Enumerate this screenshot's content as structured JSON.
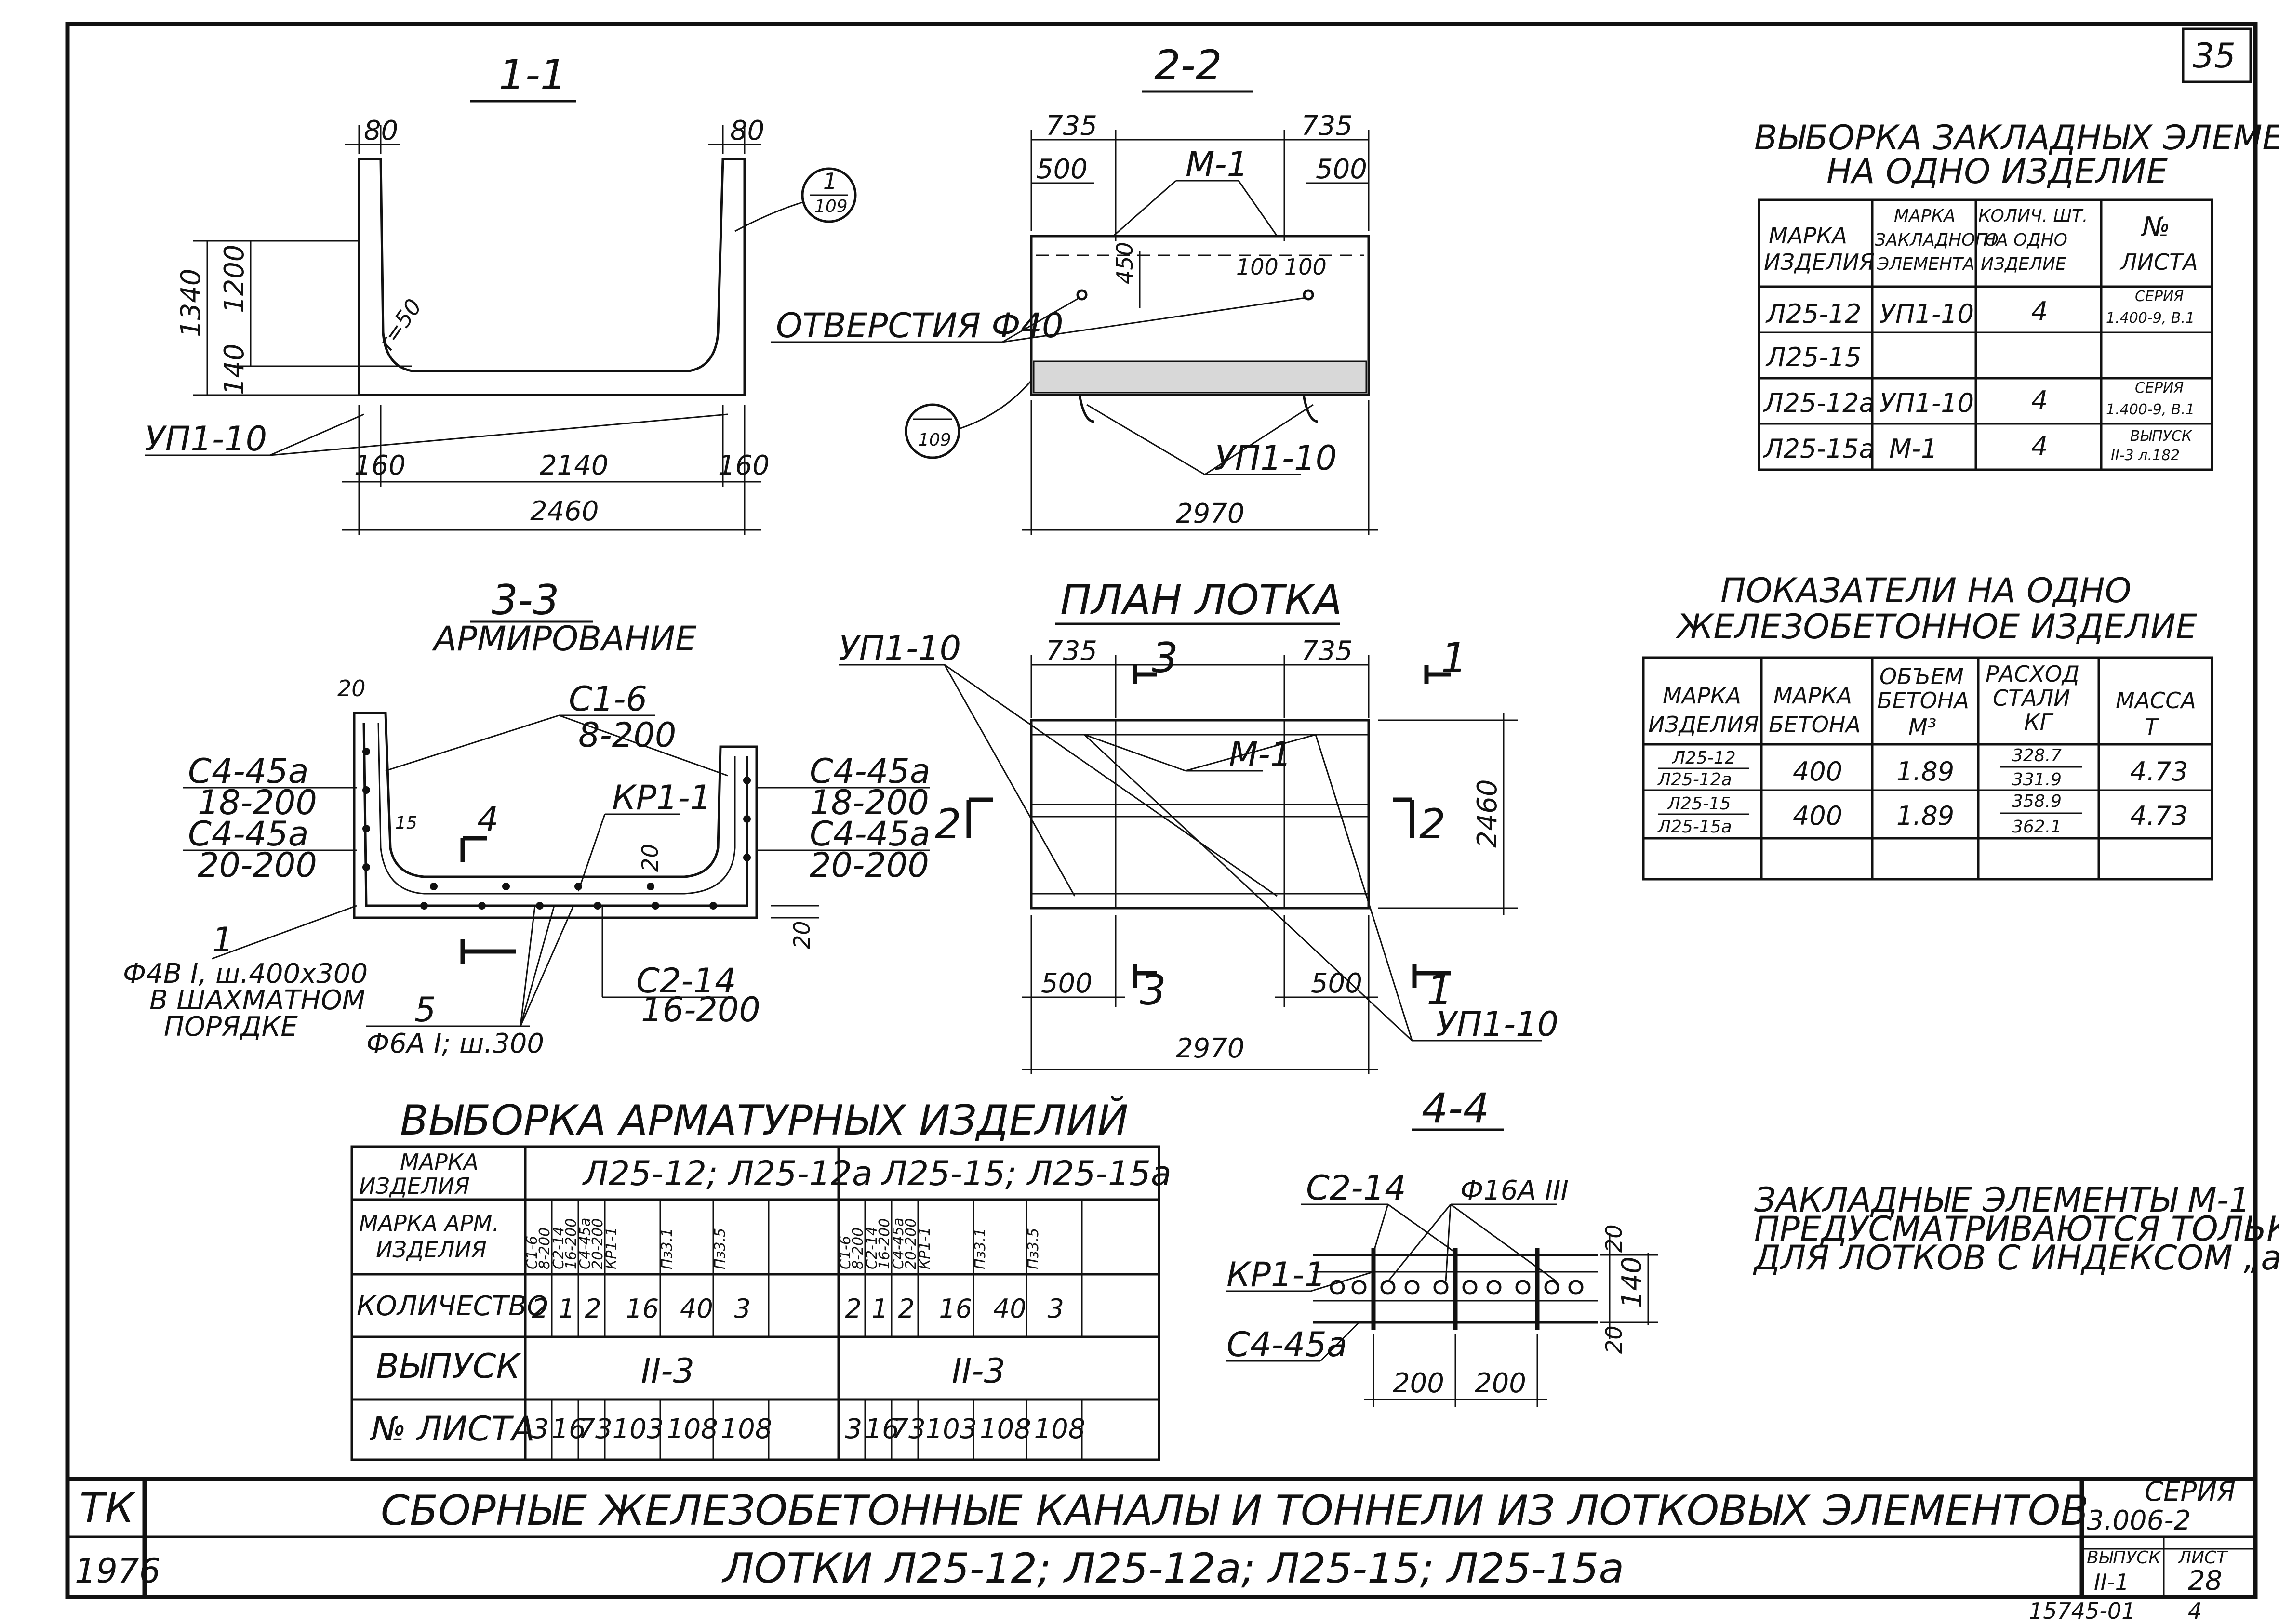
{
  "page_number": "35",
  "sections": {
    "s11": {
      "title": "1-1",
      "dim_80_left": "80",
      "dim_80_right": "80",
      "dim_1340": "1340",
      "dim_1200": "1200",
      "dim_140": "140",
      "radius": "r=50",
      "dim_160_left": "160",
      "dim_2140": "2140",
      "dim_160_right": "160",
      "dim_2460": "2460",
      "callout_top": "1",
      "callout_bottom": "109",
      "label_up": "УП1-10"
    },
    "s22": {
      "title": "2-2",
      "dim_735_left": "735",
      "dim_735_right": "735",
      "dim_500_left": "500",
      "dim_500_right": "500",
      "label_m1": "М-1",
      "dim_450": "450",
      "dim_100_a": "100",
      "dim_100_b": "100",
      "holes_label": "ОТВЕРСТИЯ Ф40",
      "callout_bottom": "109",
      "label_up": "УП1-10",
      "dim_2970": "2970"
    },
    "s33": {
      "title": "3-3",
      "subtitle": "АРМИРОВАНИЕ",
      "dim_20": "20",
      "label_c16": "С1-6",
      "label_c16_sub": "8-200",
      "label_c445a_l1": "С4-45а",
      "label_c445a_l1_sub": "18-200",
      "label_c445a_l2": "С4-45а",
      "label_c445a_l2_sub": "20-200",
      "label_c445a_r1": "С4-45а",
      "label_c445a_r1_sub": "18-200",
      "label_c445a_r2": "С4-45а",
      "label_c445a_r2_sub": "20-200",
      "label_kp": "КР1-1",
      "dim_15": "15",
      "cut_4": "4",
      "dim_20_inner": "20",
      "dim_20_side": "20",
      "note1_num": "1",
      "note1_l1": "Ф4В I, ш.400х300",
      "note1_l2": "В ШАХМАТНОМ",
      "note1_l3": "ПОРЯДКЕ",
      "note5_num": "5",
      "note5_text": "Ф6А I; ш.300",
      "label_c214": "С2-14",
      "label_c214_sub": "16-200",
      "mark_2": "2"
    },
    "plan": {
      "title": "ПЛАН ЛОТКА",
      "label_up_top": "УП1-10",
      "dim_735_left": "735",
      "dim_735_right": "735",
      "cut_3_top": "3",
      "cut_1_top": "1",
      "label_m1": "М-1",
      "cut_2": "2",
      "dim_2460": "2460",
      "dim_500_left": "500",
      "dim_500_right": "500",
      "cut_3_bottom": "3",
      "cut_1_bottom": "1",
      "label_up_bottom": "УП1-10",
      "dim_2970": "2970"
    },
    "s44": {
      "title": "4-4",
      "label_c214": "С2-14",
      "label_bar": "Ф16А III",
      "label_kp": "КР1-1",
      "label_c445a": "С4-45а",
      "dim_20_top": "20",
      "dim_140": "140",
      "dim_20_bottom": "20",
      "dim_200_a": "200",
      "dim_200_b": "200"
    }
  },
  "embedded_table": {
    "title_l1": "ВЫБОРКА ЗАКЛАДНЫХ ЭЛЕМЕНТОВ",
    "title_l2": "НА ОДНО ИЗДЕЛИЕ",
    "headers": [
      [
        "МАРКА",
        "ИЗДЕЛИЯ"
      ],
      [
        "МАРКА",
        "ЗАКЛАДНОГО",
        "ЭЛЕМЕНТА"
      ],
      [
        "КОЛИЧ. ШТ.",
        "НА ОДНО",
        "ИЗДЕЛИЕ"
      ],
      [
        "№",
        "ЛИСТА"
      ]
    ],
    "rows": [
      {
        "product": "Л25-12",
        "element": "УП1-10",
        "qty": "4",
        "sheet_l1": "СЕРИЯ",
        "sheet_l2": "1.400-9, В.1"
      },
      {
        "product": "Л25-15",
        "element": "",
        "qty": "",
        "sheet_l1": "",
        "sheet_l2": ""
      },
      {
        "product": "Л25-12а",
        "element": "УП1-10",
        "qty": "4",
        "sheet_l1": "СЕРИЯ",
        "sheet_l2": "1.400-9, В.1"
      },
      {
        "product": "Л25-15а",
        "element": "М-1",
        "qty": "4",
        "sheet_l1": "ВЫПУСК",
        "sheet_l2": "II-3 л.182"
      }
    ]
  },
  "indicators_table": {
    "title_l1": "ПОКАЗАТЕЛИ НА ОДНО",
    "title_l2": "ЖЕЛЕЗОБЕТОННОЕ ИЗДЕЛИЕ",
    "headers": [
      [
        "МАРКА",
        "ИЗДЕЛИЯ"
      ],
      [
        "МАРКА",
        "БЕТОНА"
      ],
      [
        "ОБЪЕМ",
        "БЕТОНА",
        "М³"
      ],
      [
        "РАСХОД",
        "СТАЛИ",
        "КГ"
      ],
      [
        "МАССА",
        "Т"
      ]
    ],
    "rows": [
      {
        "product_top": "Л25-12",
        "product_bottom": "Л25-12а",
        "concrete": "400",
        "volume": "1.89",
        "steel_top": "328.7",
        "steel_bottom": "331.9",
        "mass": "4.73"
      },
      {
        "product_top": "Л25-15",
        "product_bottom": "Л25-15а",
        "concrete": "400",
        "volume": "1.89",
        "steel_top": "358.9",
        "steel_bottom": "362.1",
        "mass": "4.73"
      }
    ]
  },
  "rebar_table": {
    "title": "ВЫБОРКА АРМАТУРНЫХ ИЗДЕЛИЙ",
    "row_labels": {
      "product": [
        "МАРКА",
        "ИЗДЕЛИЯ"
      ],
      "rebar": [
        "МАРКА АРМ.",
        "ИЗДЕЛИЯ"
      ],
      "qty": "КОЛИЧЕСТВО",
      "issue": "ВЫПУСК",
      "sheet": "№ ЛИСТА"
    },
    "groups": [
      {
        "product": "Л25-12; Л25-12а",
        "issue": "II-3"
      },
      {
        "product": "Л25-15; Л25-15а",
        "issue": "II-3"
      }
    ],
    "rebar_cols": [
      [
        "С1-6",
        "8-200"
      ],
      [
        "С2-14",
        "16-200"
      ],
      [
        "С4-45а",
        "20-200"
      ],
      [
        "КР1-1"
      ],
      [
        "Пз3.1"
      ],
      [
        "Пз3.5"
      ]
    ],
    "qty": [
      "2",
      "1",
      "2",
      "16",
      "40",
      "3"
    ],
    "sheets": [
      "3",
      "16",
      "73",
      "103",
      "108",
      "108"
    ]
  },
  "note": [
    "ЗАКЛАДНЫЕ ЭЛЕМЕНТЫ М-1",
    "ПРЕДУСМАТРИВАЮТСЯ ТОЛЬКО",
    "ДЛЯ ЛОТКОВ С ИНДЕКСОМ „а”"
  ],
  "title_block": {
    "org": "ТК",
    "year": "1976",
    "title_line1": "СБОРНЫЕ ЖЕЛЕЗОБЕТОННЫЕ КАНАЛЫ И ТОННЕЛИ ИЗ ЛОТКОВЫХ ЭЛЕМЕНТОВ",
    "title_line2": "ЛОТКИ Л25-12; Л25-12а; Л25-15; Л25-15а",
    "series_label": "СЕРИЯ",
    "series": "3.006-2",
    "issue_label": "ВЫПУСК",
    "issue": "II-1",
    "sheet_label": "ЛИСТ",
    "sheet": "28",
    "inventory": "15745-01",
    "corner": "4"
  }
}
